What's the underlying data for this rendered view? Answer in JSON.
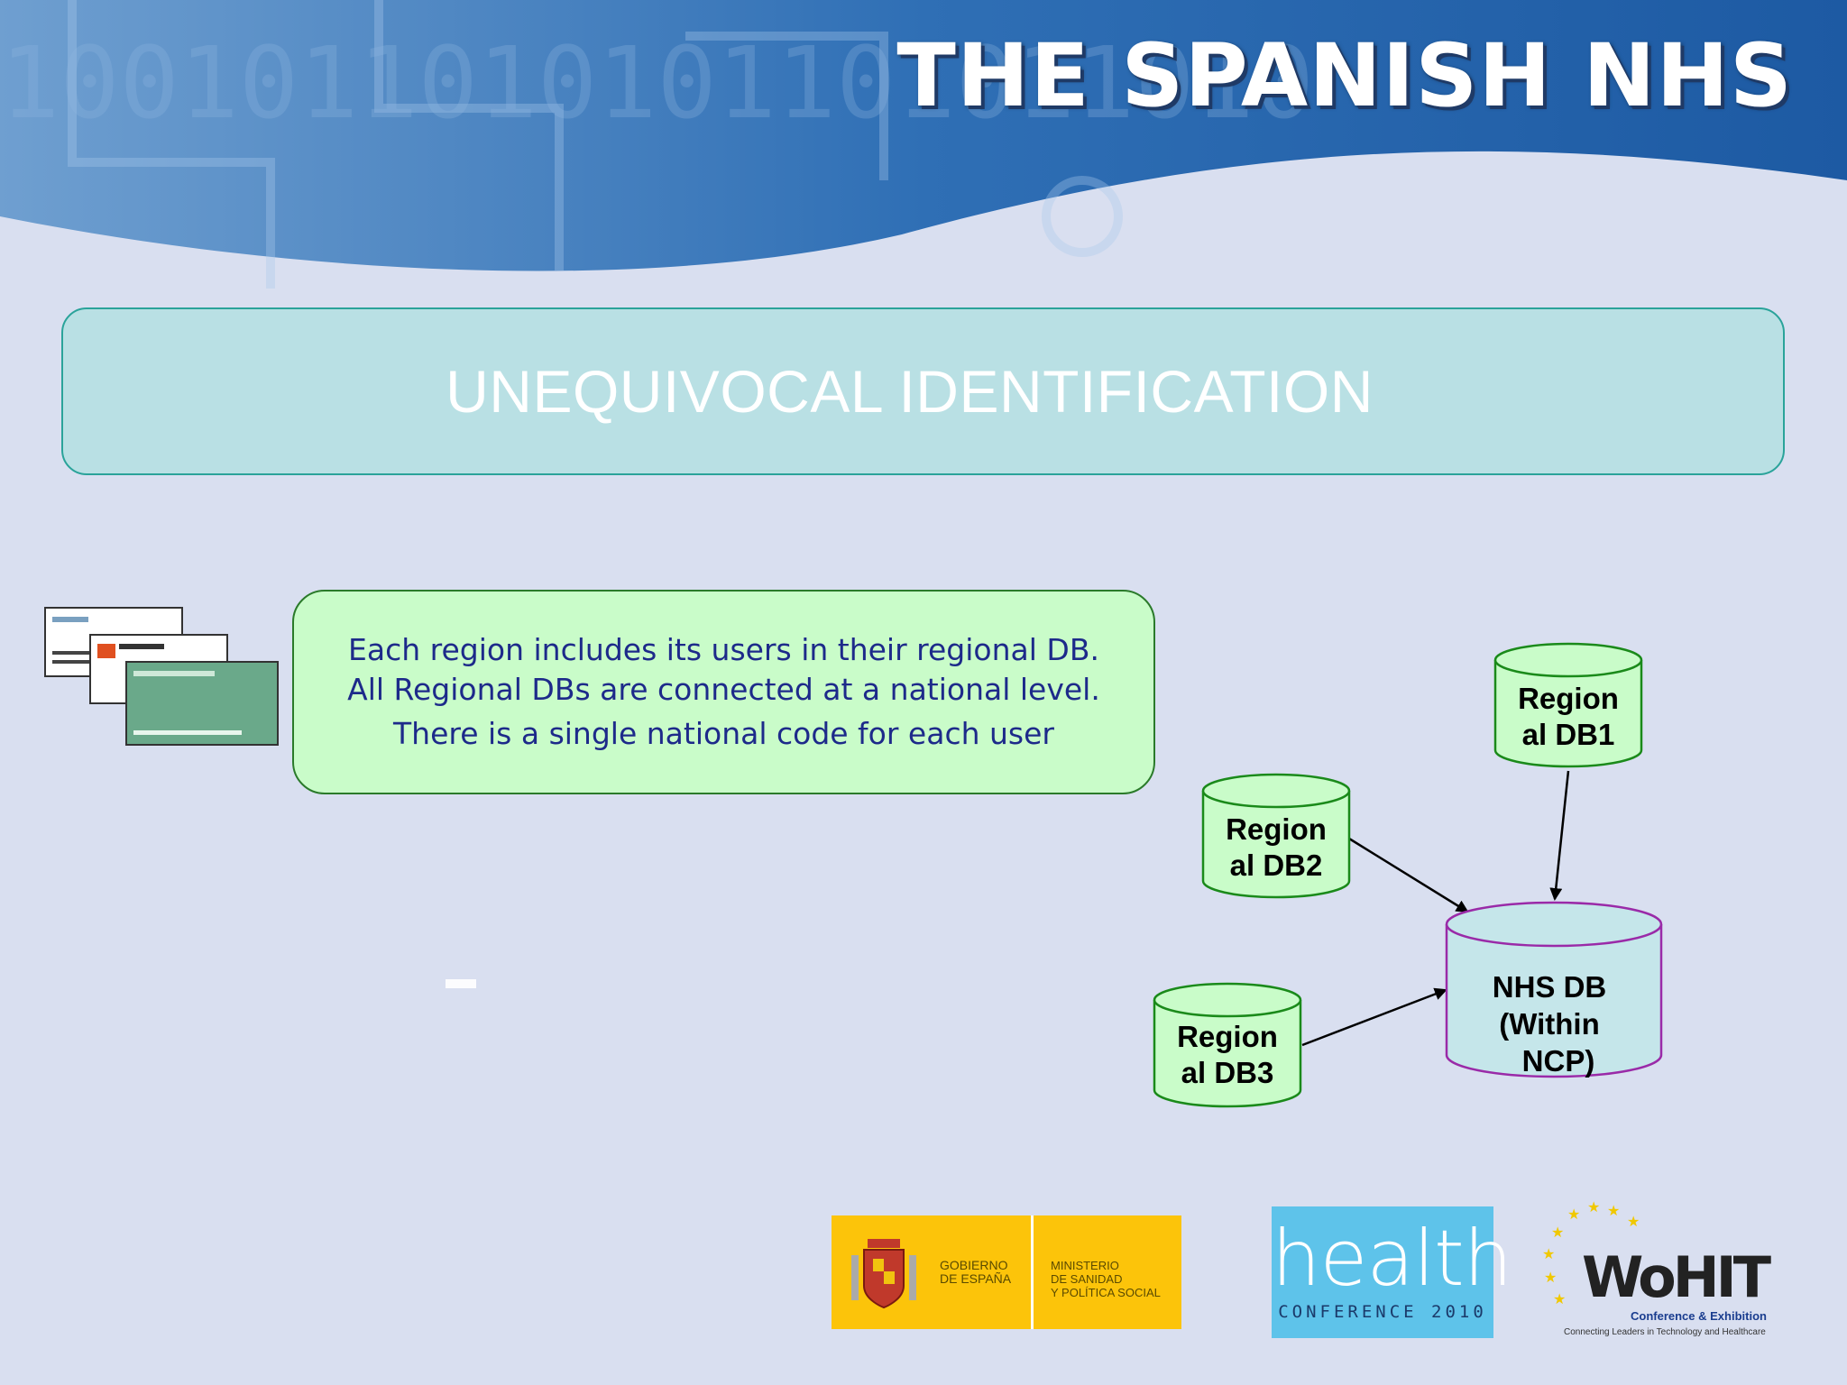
{
  "header": {
    "title": "THE SPANISH NHS"
  },
  "banner": {
    "text": "UNEQUIVOCAL IDENTIFICATION"
  },
  "info": {
    "lines": [
      "Each region includes its users in their regional DB.",
      "All Regional DBs are connected at a national level.",
      "There is a single national code for each user"
    ]
  },
  "diagram": {
    "nodes": {
      "db1": {
        "line1": "Region",
        "line2": "al DB1"
      },
      "db2": {
        "line1": "Region",
        "line2": "al DB2"
      },
      "db3": {
        "line1": "Region",
        "line2": "al DB3"
      },
      "nhs": {
        "line1": "NHS DB",
        "line2": "(Within",
        "line3": "NCP)"
      }
    },
    "edges": [
      {
        "from": "Regional DB1",
        "to": "NHS DB"
      },
      {
        "from": "Regional DB2",
        "to": "NHS DB"
      },
      {
        "from": "Regional DB3",
        "to": "NHS DB"
      }
    ],
    "colors": {
      "regional_fill": "#c9fcc9",
      "regional_stroke": "#1a8a1a",
      "nhs_fill": "#c5e6ea",
      "nhs_stroke": "#9a2aa8"
    }
  },
  "logos": {
    "gobierno": {
      "line1": "GOBIERNO",
      "line2": "DE ESPAÑA",
      "m1": "MINISTERIO",
      "m2": "DE SANIDAD",
      "m3": "Y POLÍTICA SOCIAL"
    },
    "health": {
      "word": "health",
      "sub": "CONFERENCE 2010"
    },
    "whit": {
      "name": "WoHIT",
      "sub": "Conference & Exhibition",
      "tagline": "Connecting Leaders in Technology and Healthcare"
    }
  }
}
